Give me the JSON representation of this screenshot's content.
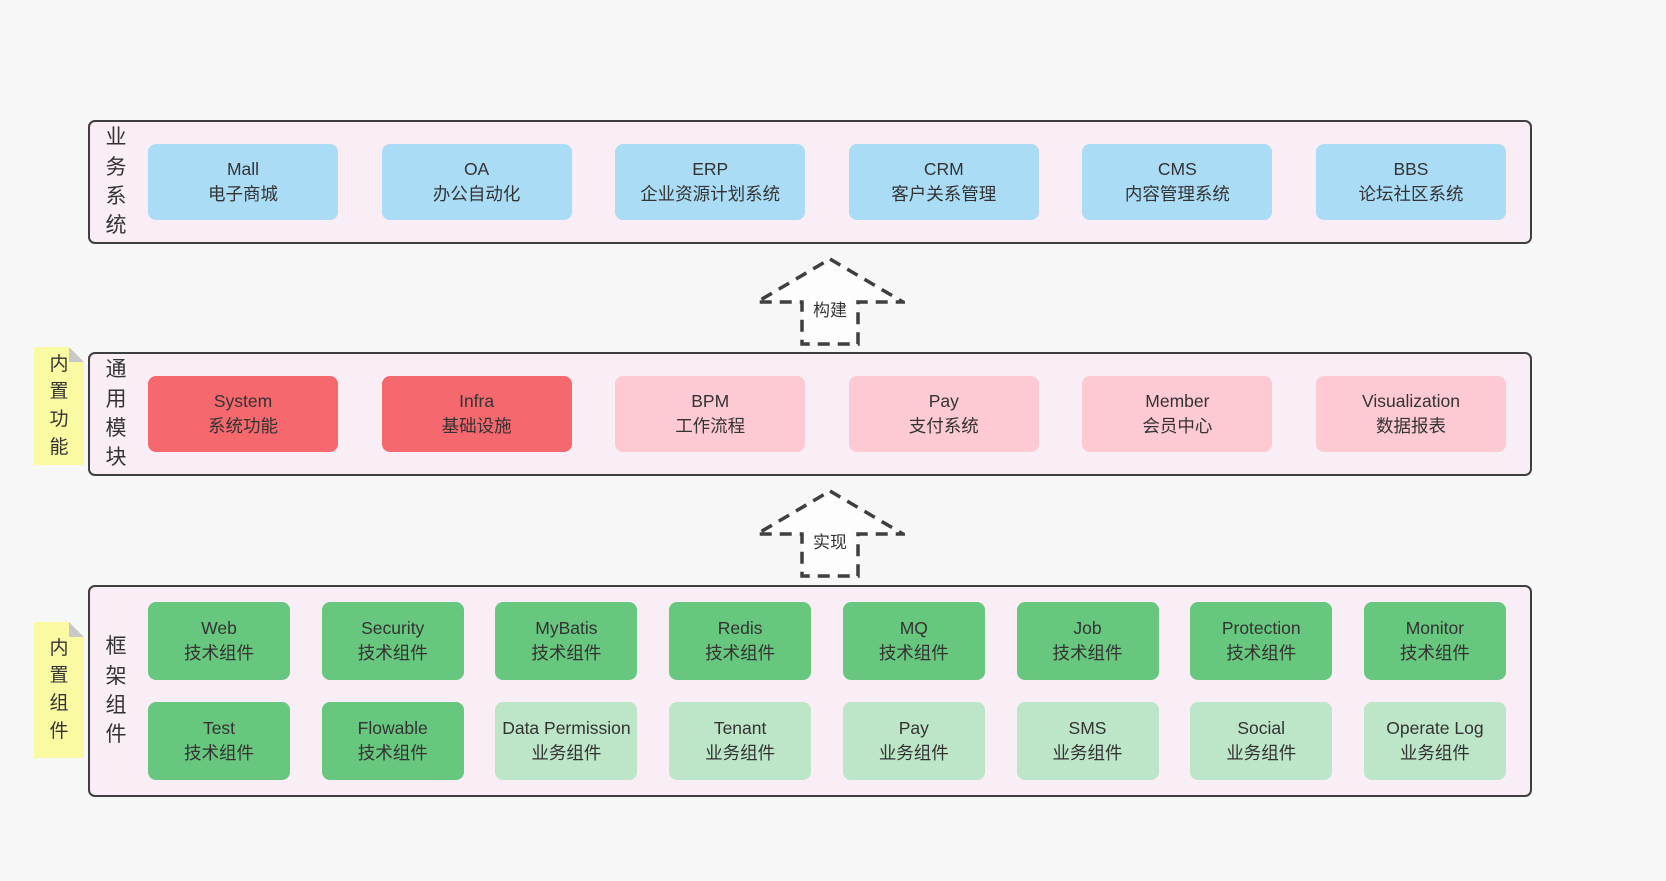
{
  "colors": {
    "page_bg": "#f7f7f7",
    "section_bg": "#f9edf6",
    "section_border": "#3f3f3f",
    "business_box": "#abdcf6",
    "core_module_box": "#f5696e",
    "extra_module_box": "#fdc9d3",
    "tech_component_box": "#68c77e",
    "biz_component_box": "#bde5c7",
    "tag_bg": "#fafaa3",
    "text": "#333333"
  },
  "arrows": {
    "build": "构建",
    "implement": "实现"
  },
  "sections": {
    "business": {
      "label": "业务系统",
      "boxes": [
        {
          "en": "Mall",
          "zh": "电子商城"
        },
        {
          "en": "OA",
          "zh": "办公自动化"
        },
        {
          "en": "ERP",
          "zh": "企业资源计划系统"
        },
        {
          "en": "CRM",
          "zh": "客户关系管理"
        },
        {
          "en": "CMS",
          "zh": "内容管理系统"
        },
        {
          "en": "BBS",
          "zh": "论坛社区系统"
        }
      ]
    },
    "modules": {
      "label": "通用模块",
      "tag": "内置功能",
      "boxes": [
        {
          "en": "System",
          "zh": "系统功能"
        },
        {
          "en": "Infra",
          "zh": "基础设施"
        },
        {
          "en": "BPM",
          "zh": "工作流程"
        },
        {
          "en": "Pay",
          "zh": "支付系统"
        },
        {
          "en": "Member",
          "zh": "会员中心"
        },
        {
          "en": "Visualization",
          "zh": "数据报表"
        }
      ]
    },
    "components": {
      "label": "框架组件",
      "tag": "内置组件",
      "row1": [
        {
          "en": "Web",
          "zh": "技术组件"
        },
        {
          "en": "Security",
          "zh": "技术组件"
        },
        {
          "en": "MyBatis",
          "zh": "技术组件"
        },
        {
          "en": "Redis",
          "zh": "技术组件"
        },
        {
          "en": "MQ",
          "zh": "技术组件"
        },
        {
          "en": "Job",
          "zh": "技术组件"
        },
        {
          "en": "Protection",
          "zh": "技术组件"
        },
        {
          "en": "Monitor",
          "zh": "技术组件"
        }
      ],
      "row2": [
        {
          "en": "Test",
          "zh": "技术组件"
        },
        {
          "en": "Flowable",
          "zh": "技术组件"
        },
        {
          "en": "Data Permission",
          "zh": "业务组件"
        },
        {
          "en": "Tenant",
          "zh": "业务组件"
        },
        {
          "en": "Pay",
          "zh": "业务组件"
        },
        {
          "en": "SMS",
          "zh": "业务组件"
        },
        {
          "en": "Social",
          "zh": "业务组件"
        },
        {
          "en": "Operate Log",
          "zh": "业务组件"
        }
      ]
    }
  }
}
